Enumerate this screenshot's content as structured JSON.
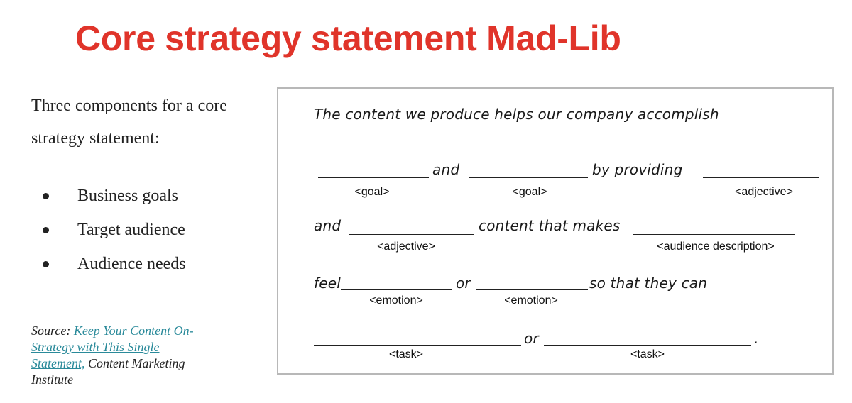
{
  "slide": {
    "title": "Core strategy statement Mad-Lib",
    "title_color": "#e0342a",
    "intro": "Three components for a core strategy statement:",
    "bullets": [
      "Business goals",
      "Target audience",
      "Audience needs"
    ],
    "source": {
      "prefix": "Source: ",
      "link_text": "Keep Your Content On-Strategy with This Single Statement,",
      "suffix": " Content Marketing Institute"
    }
  },
  "madlib": {
    "line1": "The content we produce helps our company accomplish",
    "words": {
      "and_1": "and",
      "by_providing": "by providing",
      "and_2": "and",
      "content_that_makes": "content that makes",
      "feel": "feel",
      "or_1": "or",
      "so_that_they_can": "so that they can",
      "or_2": "or",
      "period": "."
    },
    "placeholders": {
      "goal_1": "<goal>",
      "goal_2": "<goal>",
      "adjective_1": "<adjective>",
      "adjective_2": "<adjective>",
      "audience_description": "<audience description>",
      "emotion_1": "<emotion>",
      "emotion_2": "<emotion>",
      "task_1": "<task>",
      "task_2": "<task>"
    }
  }
}
